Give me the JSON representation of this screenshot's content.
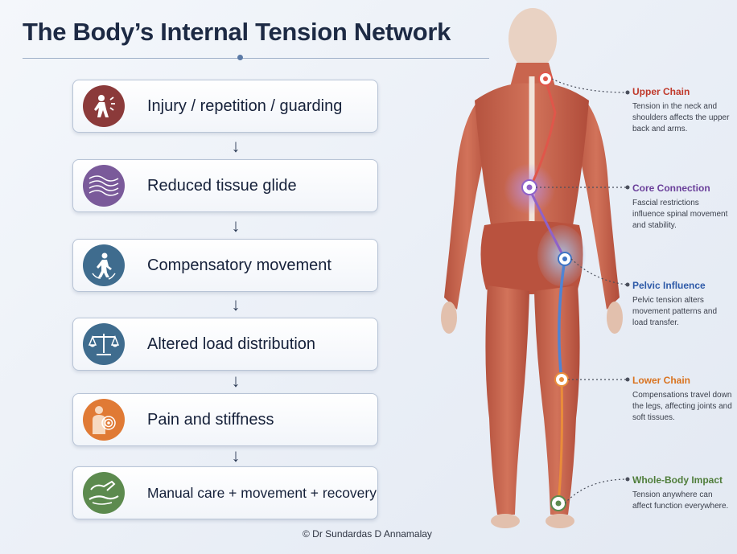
{
  "title": "The Body’s Internal Tension Network",
  "steps": [
    {
      "label": "Injury / repetition / guarding",
      "icon": "injured-person-icon",
      "color": "#8b3a3a"
    },
    {
      "label": "Reduced tissue glide",
      "icon": "tissue-fibers-icon",
      "color": "#7a5a9a"
    },
    {
      "label": "Compensatory movement",
      "icon": "walking-person-icon",
      "color": "#3f6c8e"
    },
    {
      "label": "Altered load distribution",
      "icon": "balance-scale-icon",
      "color": "#3f6c8e"
    },
    {
      "label": "Pain and stiffness",
      "icon": "sore-back-icon",
      "color": "#e07a35"
    },
    {
      "label": "Manual care + movement + recovery",
      "icon": "caring-hands-icon",
      "color": "#5c8a4e"
    }
  ],
  "annotations": [
    {
      "title": "Upper Chain",
      "text": "Tension in the neck and shoulders affects the upper back and arms.",
      "color": "#c0392b"
    },
    {
      "title": "Core Connection",
      "text": "Fascial restrictions influence spinal movement and stability.",
      "color": "#6a3f9a"
    },
    {
      "title": "Pelvic Influence",
      "text": "Pelvic tension alters movement patterns and load transfer.",
      "color": "#2e5aa8"
    },
    {
      "title": "Lower Chain",
      "text": "Compensations travel down the legs, affecting joints and soft tissues.",
      "color": "#d9731f"
    },
    {
      "title": "Whole-Body Impact",
      "text": "Tension anywhere can affect function everywhere.",
      "color": "#4f7d3a"
    }
  ],
  "footer": "©  Dr Sundardas D Annamalay"
}
